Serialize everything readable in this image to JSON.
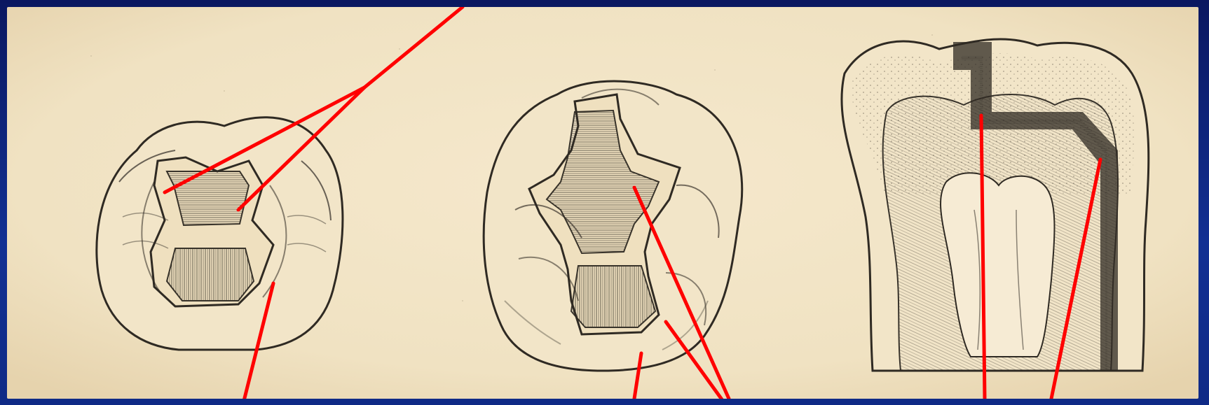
{
  "colors": {
    "frame": "#0f2a86",
    "paper": "#f0e2c2",
    "ink": "#2f2a23",
    "leader": "#ff0000"
  },
  "figures": [
    {
      "name": "tooth-left",
      "icon": "molar-crown-prepared-icon"
    },
    {
      "name": "tooth-middle",
      "icon": "molar-crown-inlay-icon"
    },
    {
      "name": "tooth-right",
      "icon": "molar-cross-section-icon"
    }
  ]
}
